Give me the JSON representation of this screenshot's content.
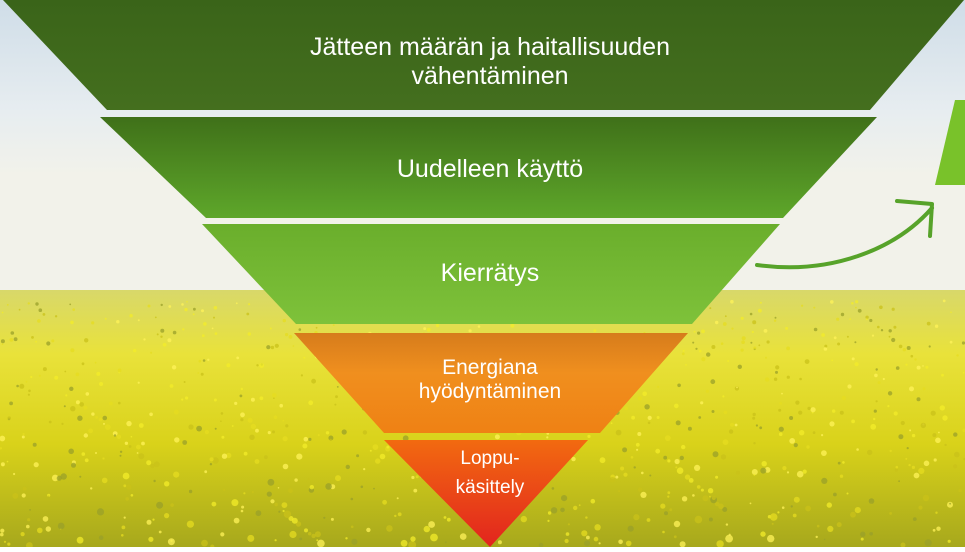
{
  "diagram": {
    "levels": [
      {
        "id": "prevention",
        "lines": [
          "Jätteen määrän ja haitallisuuden",
          "vähentäminen"
        ],
        "color": "#3e6a1c"
      },
      {
        "id": "reuse",
        "lines": [
          "Uudelleen käyttö"
        ],
        "color": "#4f8f22"
      },
      {
        "id": "recycling",
        "lines": [
          "Kierrätys"
        ],
        "color": "#76bc30"
      },
      {
        "id": "energy-recovery",
        "lines": [
          "Energiana",
          "hyödyntäminen"
        ],
        "color": "#ef8a1c"
      },
      {
        "id": "final-disposal",
        "lines": [
          "Loppu-",
          "käsittely"
        ],
        "color": "#e8401c"
      }
    ],
    "arrow_color": "#57a32a"
  }
}
